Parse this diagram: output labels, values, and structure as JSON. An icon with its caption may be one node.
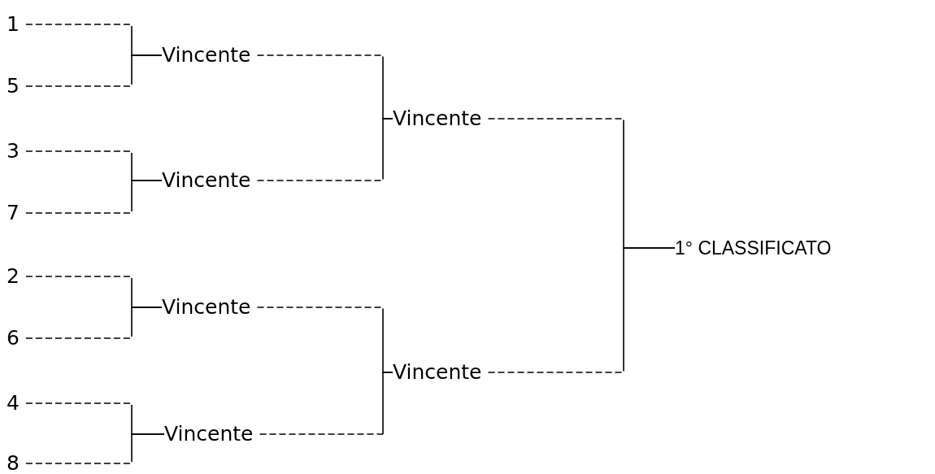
{
  "diagram": {
    "nodes": [
      {
        "text": [
          "1"
        ]
      },
      {
        "text": [
          "5"
        ]
      },
      {
        "text": [
          "3"
        ]
      },
      {
        "text": [
          "7"
        ]
      },
      {
        "text": [
          "2"
        ]
      },
      {
        "text": [
          "6"
        ]
      },
      {
        "text": [
          "4"
        ]
      },
      {
        "text": [
          "8"
        ]
      },
      {
        "text": [
          "Vincente"
        ]
      },
      {
        "text": [
          "Vincente"
        ]
      },
      {
        "text": [
          "Vincente"
        ]
      },
      {
        "text": [
          "Vincente"
        ]
      },
      {
        "text": [
          "Vincente"
        ]
      },
      {
        "text": [
          "Vincente"
        ]
      },
      {
        "text": [
          "1° CLASSIFICATO"
        ]
      }
    ],
    "edges": [
      {
        "from": 0,
        "to": 8,
        "arrow": "none"
      },
      {
        "from": 1,
        "to": 8,
        "arrow": "none"
      },
      {
        "from": 2,
        "to": 9,
        "arrow": "none"
      },
      {
        "from": 3,
        "to": 9,
        "arrow": "none"
      },
      {
        "from": 4,
        "to": 10,
        "arrow": "none"
      },
      {
        "from": 5,
        "to": 10,
        "arrow": "none"
      },
      {
        "from": 6,
        "to": 11,
        "arrow": "none"
      },
      {
        "from": 7,
        "to": 11,
        "arrow": "none"
      },
      {
        "from": 8,
        "to": 12,
        "arrow": "none"
      },
      {
        "from": 9,
        "to": 12,
        "arrow": "none"
      },
      {
        "from": 10,
        "to": 13,
        "arrow": "none"
      },
      {
        "from": 11,
        "to": 13,
        "arrow": "none"
      },
      {
        "from": 12,
        "to": 14,
        "arrow": "none"
      },
      {
        "from": 13,
        "to": 14,
        "arrow": "none"
      }
    ]
  }
}
